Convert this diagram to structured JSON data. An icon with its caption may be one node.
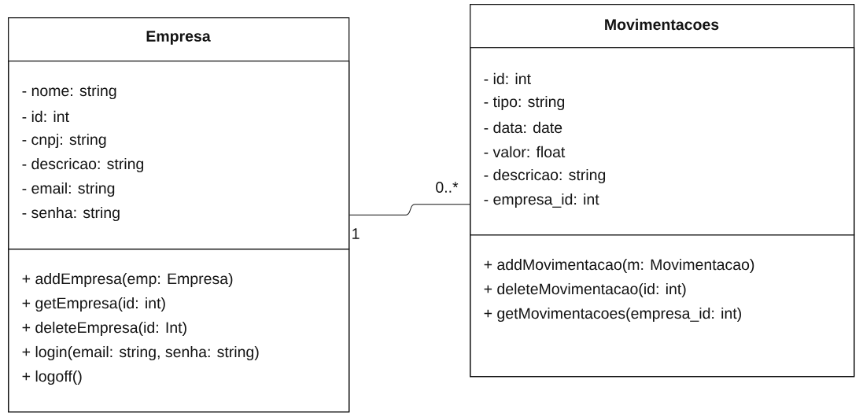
{
  "diagram": {
    "nodes": [
      {
        "text": [
          "Empresa"
        ]
      },
      {
        "text": [
          "- nome: string",
          "- id: int",
          "- cnpj: string",
          "- descricao: string",
          "- email: string",
          "- senha: string"
        ],
        "in": 0
      },
      {
        "text": [
          "+ addEmpresa(emp: Empresa)",
          "+ getEmpresa(id: int)",
          "+ deleteEmpresa(id: Int)",
          "+ login(email: string, senha: string)",
          "+ logoff()"
        ],
        "in": 0
      },
      {
        "text": [
          "Movimentacoes"
        ]
      },
      {
        "text": [
          "- id: int",
          "- tipo: string",
          "- data: date",
          "- valor: float",
          "- descricao: string",
          "- empresa_id: int"
        ],
        "in": 3
      },
      {
        "text": [
          "+ addMovimentacao(m: Movimentacao)",
          "+ deleteMovimentacao(id: int)",
          "+ getMovimentacoes(empresa_id: int)"
        ],
        "in": 3
      }
    ],
    "edges": [
      {
        "from": 0,
        "to": 3,
        "arrow": "none"
      }
    ],
    "labels": [
      "0..*",
      "1"
    ]
  }
}
